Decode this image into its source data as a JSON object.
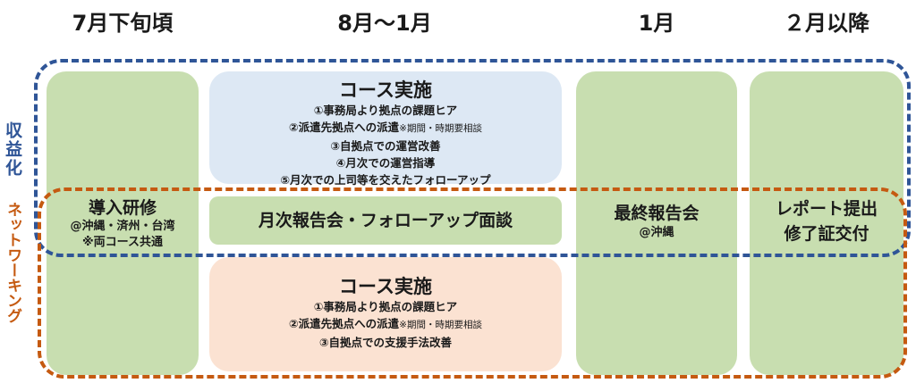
{
  "headers": [
    "7月下旬頃",
    "8月～1月",
    "1月",
    "２月以降"
  ],
  "tracks": {
    "revenue": "収益化",
    "networking": "ネットワーキング"
  },
  "intro": {
    "title": "導入研修",
    "line1": "@沖縄・済州・台湾",
    "line2": "※両コース共通"
  },
  "course_revenue": {
    "title": "コース実施",
    "items": [
      {
        "text": "①事務局より拠点の課題ヒア",
        "note": ""
      },
      {
        "text": "②派遣先拠点への派遣",
        "note": "※期間・時期要相談"
      },
      {
        "text": "③自拠点での運営改善",
        "note": ""
      },
      {
        "text": "④月次での運営指導",
        "note": ""
      },
      {
        "text": "⑤月次での上司等を交えたフォローアップ",
        "note": ""
      }
    ]
  },
  "monthly": "月次報告会・フォローアップ面談",
  "course_networking": {
    "title": "コース実施",
    "items": [
      {
        "text": "①事務局より拠点の課題ヒア",
        "note": ""
      },
      {
        "text": "②派遣先拠点への派遣",
        "note": "※期間・時期要相談"
      },
      {
        "text": "③自拠点での支援手法改善",
        "note": ""
      }
    ]
  },
  "final": {
    "title": "最終報告会",
    "sub": "@沖縄"
  },
  "report": {
    "line1": "レポート提出",
    "line2": "修了証交付"
  },
  "colors": {
    "green": "#c8deb0",
    "blue_box": "#dde8f4",
    "peach_box": "#fbe2d2",
    "blue_dash": "#2f5597",
    "orange_dash": "#c55a11"
  }
}
